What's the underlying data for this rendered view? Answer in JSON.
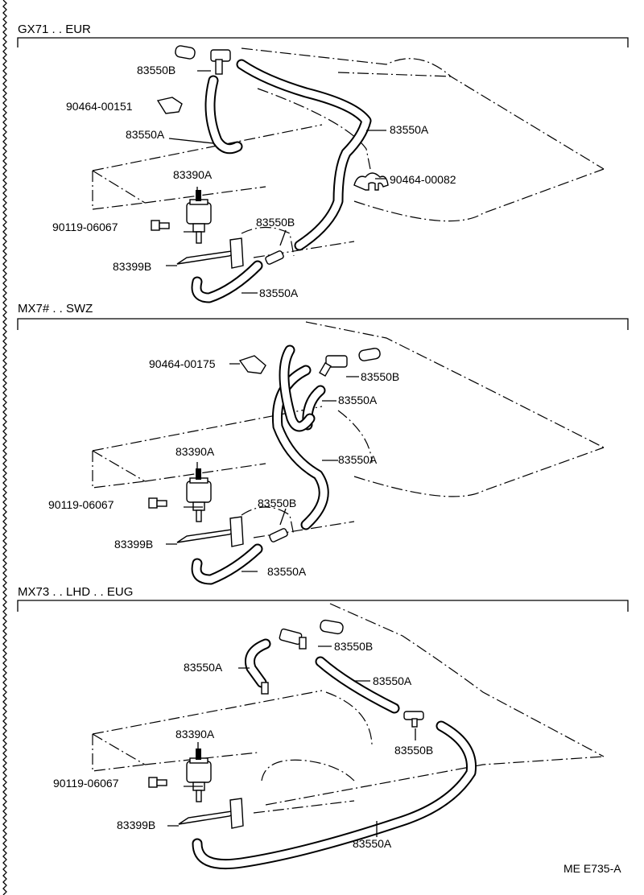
{
  "sections": [
    {
      "title": "GX71 . . EUR",
      "labels": {
        "tvsv": "83390A",
        "bolt": "90119-06067",
        "bracket": "83399B",
        "hose_lower": "83550A",
        "joint_mid": "83550B",
        "clip_right": "90464-00082",
        "hose_right": "83550A",
        "hose_left": "83550A",
        "clip_left": "90464-00151",
        "joint_top": "83550B"
      }
    },
    {
      "title": "MX7# . . SWZ",
      "labels": {
        "clip_top": "90464-00175",
        "joint_top": "83550B",
        "hose_upper": "83550A",
        "hose_long": "83550A",
        "tvsv": "83390A",
        "joint_mid": "83550B",
        "bolt": "90119-06067",
        "bracket": "83399B",
        "hose_lower": "83550A"
      }
    },
    {
      "title": "MX73 . . LHD . . EUG",
      "labels": {
        "joint_top": "83550B",
        "hose_left": "83550A",
        "hose_mid": "83550A",
        "joint_mid": "83550B",
        "tvsv": "83390A",
        "bolt": "90119-06067",
        "bracket": "83399B",
        "hose_lower": "83550A"
      }
    }
  ],
  "footer_code": "ME E735-A"
}
